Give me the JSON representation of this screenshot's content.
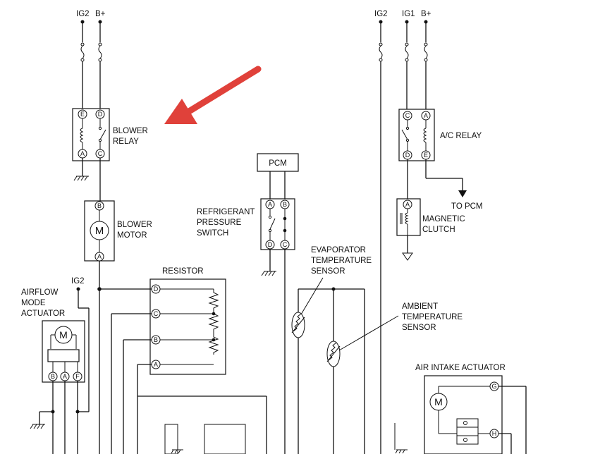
{
  "supply_labels": {
    "left_ig2": "IG2",
    "left_bplus": "B+",
    "right_ig2": "IG2",
    "right_ig1": "IG1",
    "right_bplus": "B+",
    "lower_ig2": "IG2"
  },
  "components": {
    "blower_relay": {
      "line1": "BLOWER",
      "line2": "RELAY",
      "pins": {
        "e": "E",
        "d": "D",
        "a": "A",
        "c": "C"
      }
    },
    "blower_motor": {
      "line1": "BLOWER",
      "line2": "MOTOR",
      "symbol": "M",
      "pins": {
        "b": "B",
        "a": "A"
      }
    },
    "pcm": {
      "label": "PCM"
    },
    "pressure_switch": {
      "line1": "REFRIGERANT",
      "line2": "PRESSURE",
      "line3": "SWITCH",
      "pins": {
        "a": "A",
        "b": "B",
        "d": "D",
        "c": "C"
      }
    },
    "ac_relay": {
      "label": "A/C RELAY",
      "pins": {
        "c": "C",
        "a": "A",
        "d": "D",
        "e": "E"
      }
    },
    "to_pcm": {
      "label": "TO PCM"
    },
    "magnetic_clutch": {
      "line1": "MAGNETIC",
      "line2": "CLUTCH",
      "pins": {
        "a": "A"
      }
    },
    "evaporator_sensor": {
      "line1": "EVAPORATOR",
      "line2": "TEMPERATURE",
      "line3": "SENSOR"
    },
    "ambient_sensor": {
      "line1": "AMBIENT",
      "line2": "TEMPERATURE",
      "line3": "SENSOR"
    },
    "resistor": {
      "label": "RESISTOR",
      "pins": {
        "d": "D",
        "c": "C",
        "b": "B",
        "a": "A"
      }
    },
    "airflow_actuator": {
      "line1": "AIRFLOW",
      "line2": "MODE",
      "line3": "ACTUATOR",
      "symbol": "M",
      "pins": {
        "b": "B",
        "a": "A",
        "f": "F"
      }
    },
    "air_intake_actuator": {
      "label": "AIR INTAKE ACTUATOR",
      "symbol": "M",
      "pins": {
        "g": "G",
        "h": "H"
      }
    }
  },
  "colors": {
    "annotation_arrow": "#e0413a",
    "wire": "#111111"
  }
}
